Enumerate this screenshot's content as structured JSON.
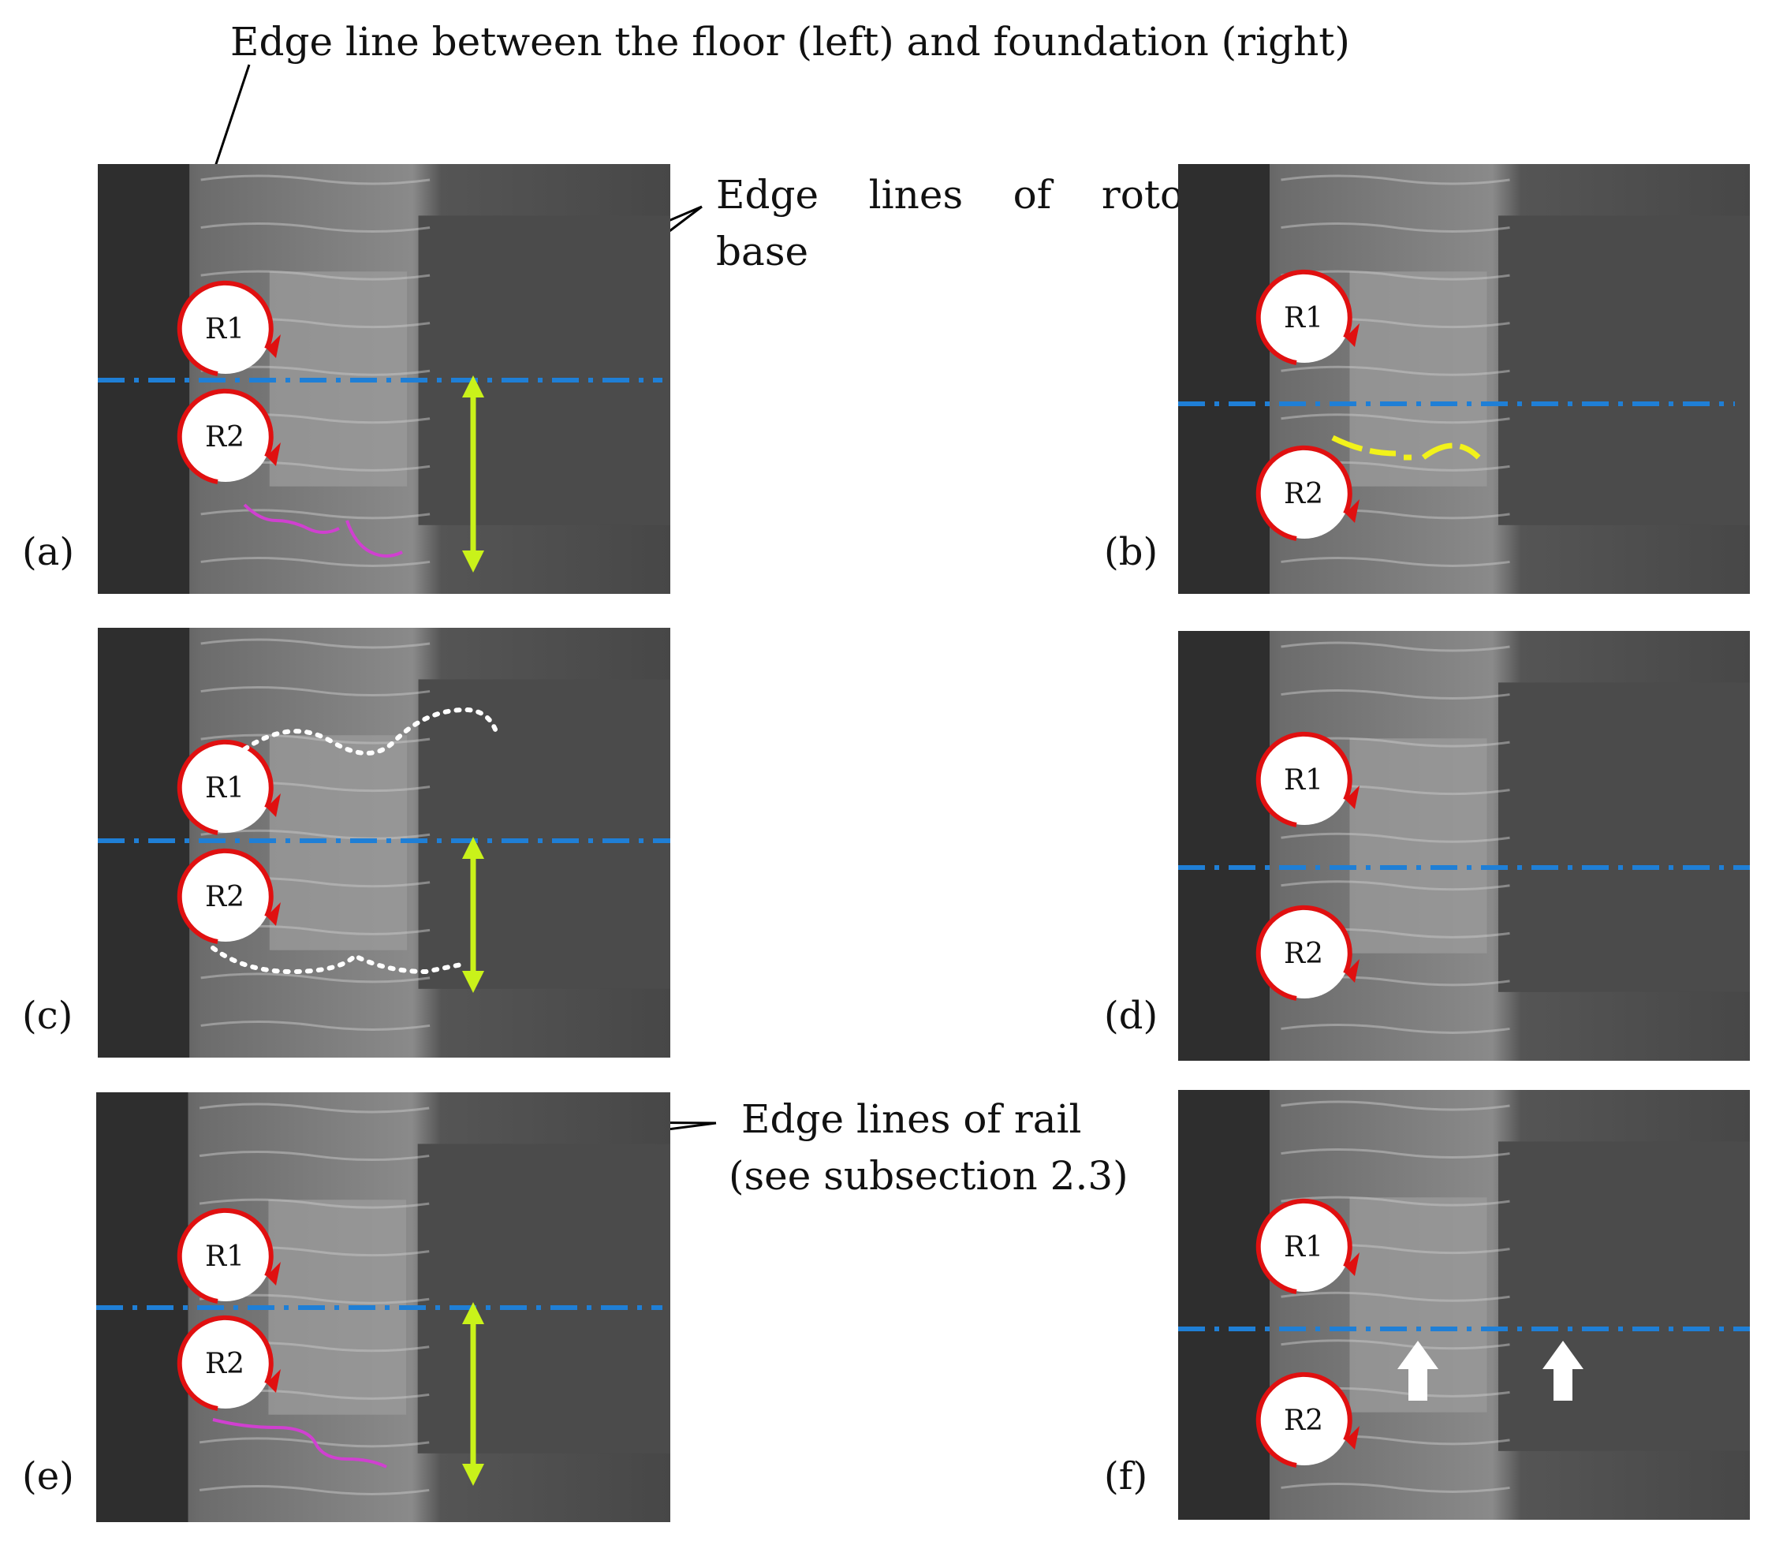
{
  "annotations": {
    "floor_edge": "Edge line between the floor (left) and foundation (right)",
    "rotor_base_line1": "Edge    lines    of    rotor",
    "rotor_base_line2": "base",
    "rail_line1": "Edge lines of rail",
    "rail_line2": "(see subsection 2.3)"
  },
  "panels": [
    {
      "id": "a",
      "label": "(a)",
      "r1": "R1",
      "r2": "R2"
    },
    {
      "id": "b",
      "label": "(b)",
      "r1": "R1",
      "r2": "R2"
    },
    {
      "id": "c",
      "label": "(c)",
      "r1": "R1",
      "r2": "R2"
    },
    {
      "id": "d",
      "label": "(d)",
      "r1": "R1",
      "r2": "R2"
    },
    {
      "id": "e",
      "label": "(e)",
      "r1": "R1",
      "r2": "R2"
    },
    {
      "id": "f",
      "label": "(f)",
      "r1": "R1",
      "r2": "R2"
    }
  ],
  "colors": {
    "rotor_arrow": "#e01010",
    "centerline": "#1f7fd6",
    "double_arrow": "#c9f21a",
    "wake_trace": "#d040d0",
    "yellow_trace": "#f2f21a",
    "dotted_outline": "#ffffff",
    "up_arrow": "#ffffff",
    "leader": "#000000"
  }
}
